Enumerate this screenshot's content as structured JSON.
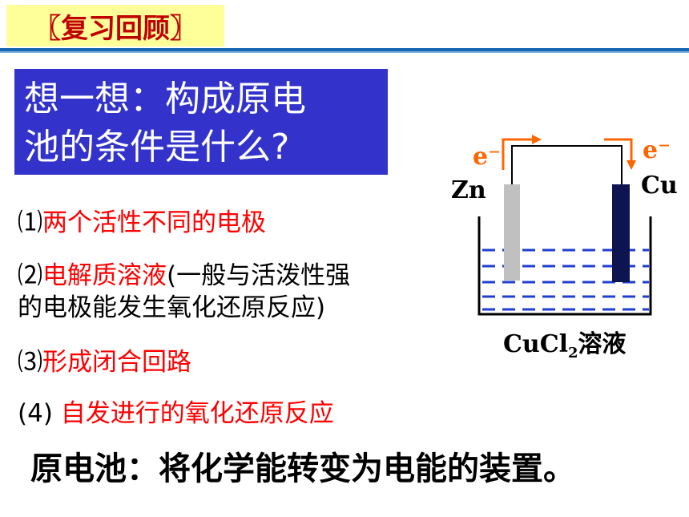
{
  "header": {
    "badge": "〖复习回顾〗"
  },
  "question": {
    "line1": "想一想：构成原电",
    "line2": "池的条件是什么?"
  },
  "conditions": [
    {
      "num": "⑴",
      "text": "两个活性不同的电极"
    },
    {
      "num": "⑵",
      "text_red": "电解质溶液",
      "text_black_1": "(一般与活泼性强",
      "text_black_2": "的电极能发生氧化还原反应)"
    },
    {
      "num": "⑶",
      "text": "形成闭合回路"
    },
    {
      "num": "(4)",
      "text": " 自发进行的氧化还原反应"
    }
  ],
  "summary": "原电池：将化学能转变为电能的装置。",
  "diagram": {
    "left_electrode": "Zn",
    "right_electrode": "Cu",
    "electron_left": "e⁻",
    "electron_right": "e⁻",
    "solution_main": "CuCl",
    "solution_sub": "2",
    "solution_tail": "溶液",
    "colors": {
      "wire": "#000000",
      "arrow": "#ff6600",
      "zn": "#c0c0c0",
      "cu": "#0d1450",
      "liquid": "#1f3fd0"
    }
  },
  "colors": {
    "question_bg": "#3333cc",
    "badge_bg": "#ffff99",
    "badge_text": "#c00000",
    "accent_red": "#ff0000"
  }
}
